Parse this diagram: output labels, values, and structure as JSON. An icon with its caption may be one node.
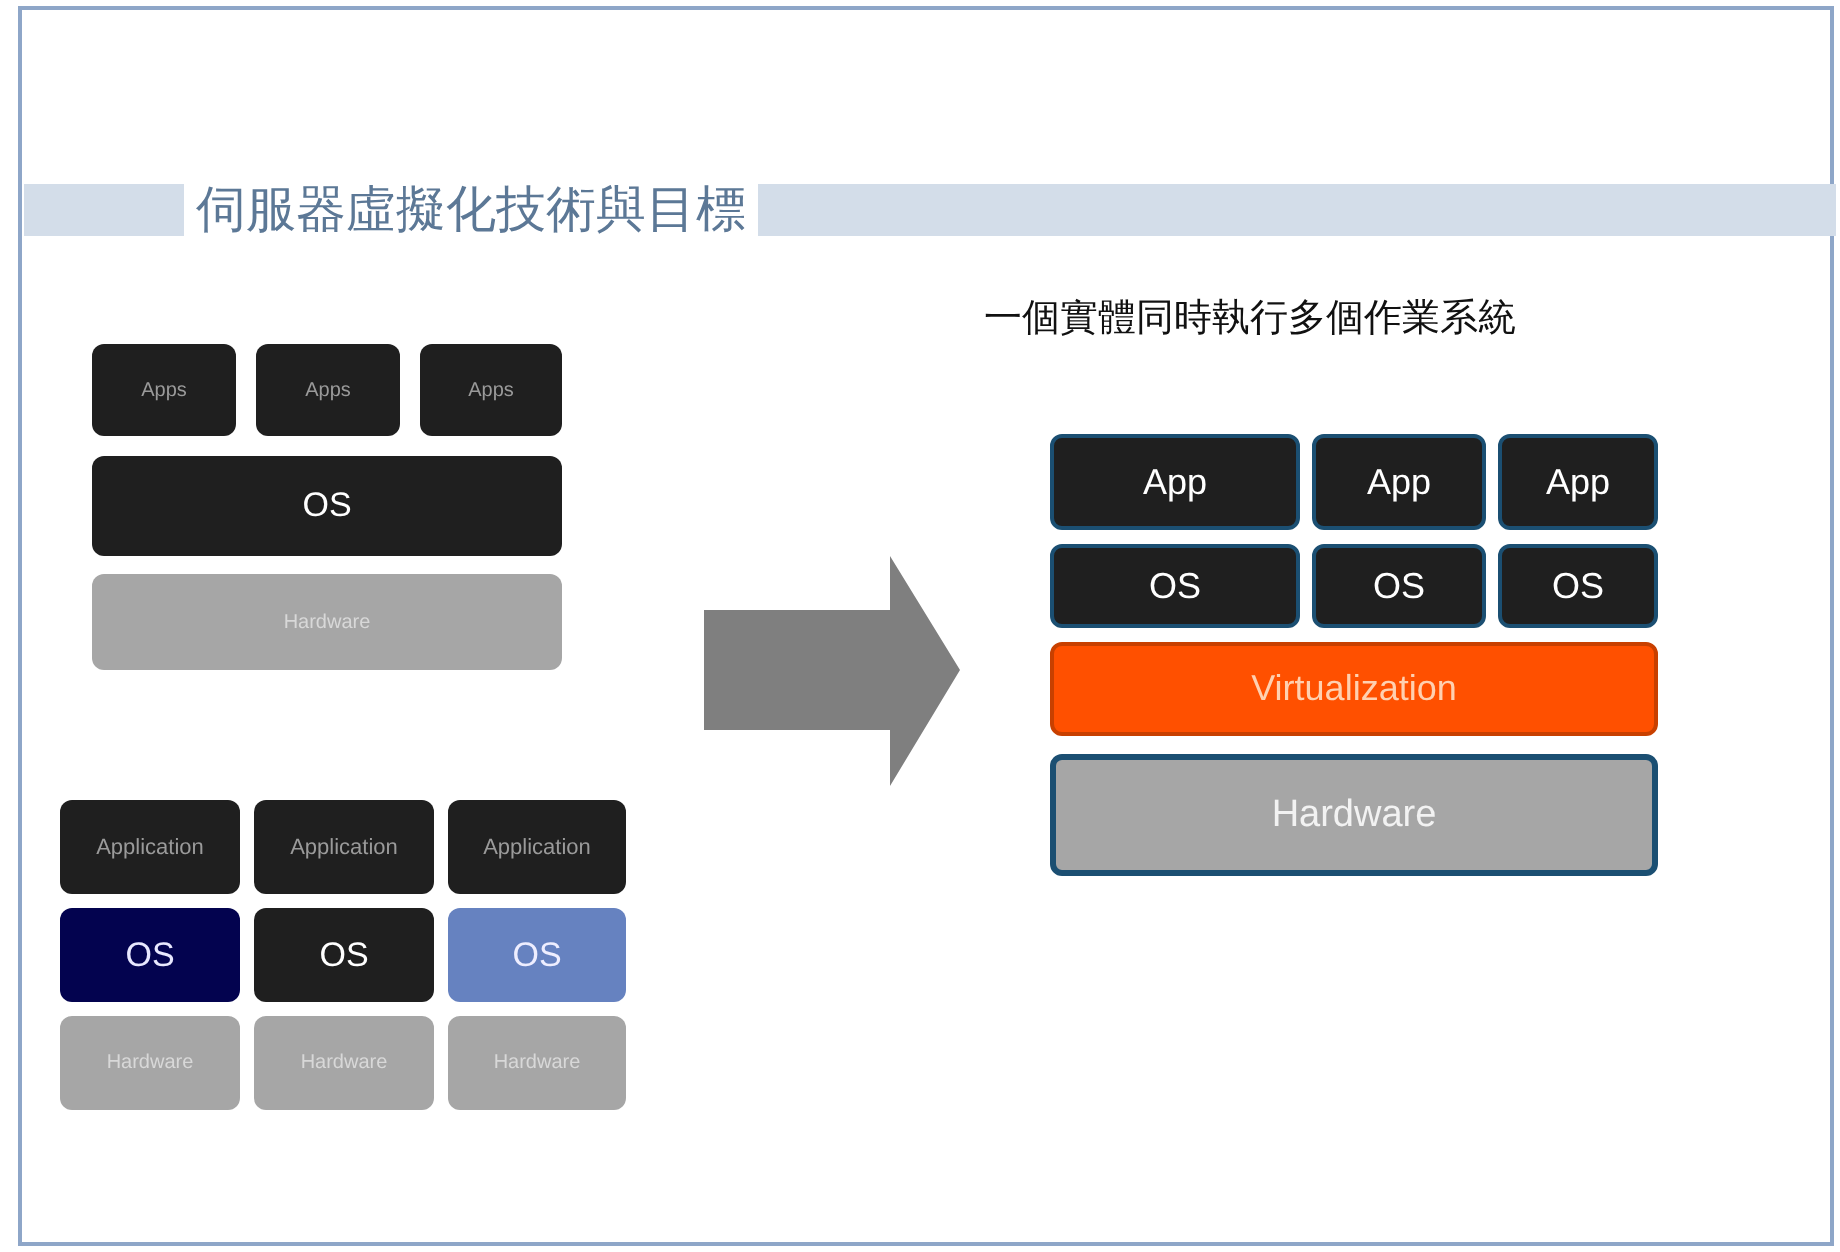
{
  "diagram": {
    "title": "伺服器虛擬化技術與目標",
    "nodes": [
      {
        "text": [
          "Apps"
        ]
      },
      {
        "text": [
          "Apps"
        ]
      },
      {
        "text": [
          "Apps"
        ]
      },
      {
        "text": [
          "OS"
        ]
      },
      {
        "text": [
          "Hardware"
        ]
      },
      {
        "text": [
          "Application"
        ]
      },
      {
        "text": [
          "Application"
        ]
      },
      {
        "text": [
          "Application"
        ]
      },
      {
        "text": [
          "OS"
        ]
      },
      {
        "text": [
          "OS"
        ]
      },
      {
        "text": [
          "OS"
        ]
      },
      {
        "text": [
          "Hardware"
        ]
      },
      {
        "text": [
          "Hardware"
        ]
      },
      {
        "text": [
          "Hardware"
        ]
      },
      {
        "text": [
          "App"
        ]
      },
      {
        "text": [
          "App"
        ]
      },
      {
        "text": [
          "App"
        ]
      },
      {
        "text": [
          "OS"
        ]
      },
      {
        "text": [
          "OS"
        ]
      },
      {
        "text": [
          "OS"
        ]
      },
      {
        "text": [
          "Virtualization"
        ]
      },
      {
        "text": [
          "Hardware"
        ]
      }
    ],
    "labels": [
      "一個實體同時執行多個作業系統"
    ]
  }
}
